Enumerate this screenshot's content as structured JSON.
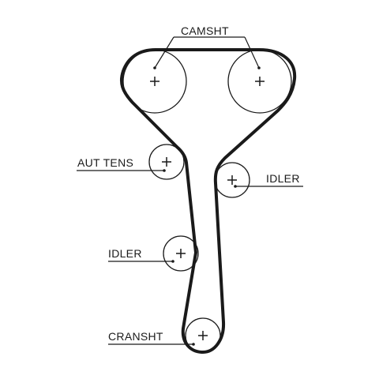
{
  "colors": {
    "belt": "#1a1a1a",
    "pulley_outline": "#1a1a1a",
    "label_text": "#1a1a1a",
    "background": "#ffffff"
  },
  "labels": {
    "camshaft": "CAMSHT",
    "tensioner": "AUT TENS",
    "idler_right": "IDLER",
    "idler_left": "IDLER",
    "crankshaft": "CRANSHT"
  }
}
